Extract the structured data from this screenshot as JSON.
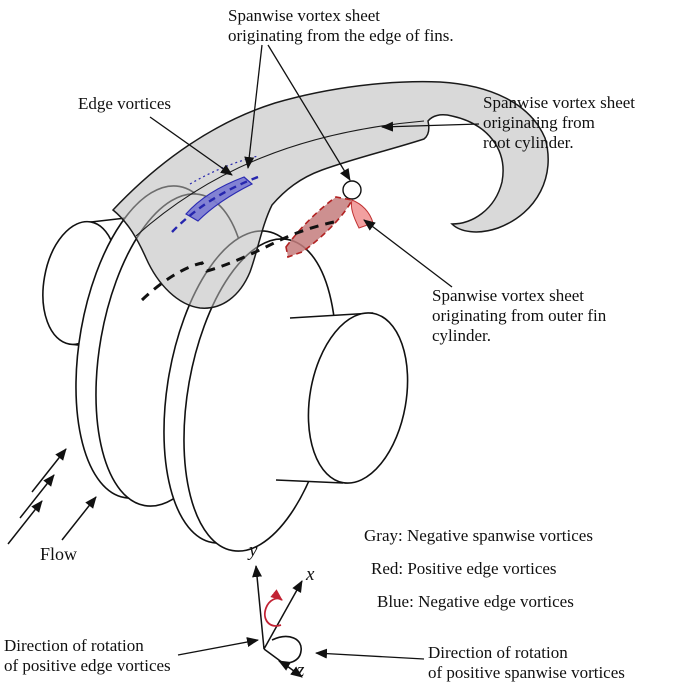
{
  "figure": {
    "background": "#ffffff",
    "labels": {
      "fin_edge_sheet": {
        "line1": "Spanwise vortex sheet",
        "line2": "originating from the edge of fins."
      },
      "edge_vortices": {
        "text": "Edge vortices"
      },
      "root_sheet": {
        "line1": "Spanwise vortex sheet",
        "line2": "originating from",
        "line3": "root cylinder."
      },
      "outer_fin_sheet": {
        "line1": "Spanwise vortex sheet",
        "line2": "originating from outer fin",
        "line3": "cylinder."
      },
      "flow": {
        "text": "Flow"
      },
      "rotation_edge": {
        "line1": "Direction of rotation",
        "line2": "of positive edge vortices"
      },
      "rotation_spanwise": {
        "line1": "Direction of rotation",
        "line2": "of positive spanwise vortices"
      }
    },
    "legend": {
      "gray": "Gray: Negative spanwise vortices",
      "red": "Red: Positive edge vortices",
      "blue": "Blue: Negative edge vortices"
    },
    "axes": {
      "x": "x",
      "y": "y",
      "z": "z"
    },
    "colors": {
      "sheet_gray": "#c9c9c9",
      "edge_positive_red": "#c47c7c",
      "edge_negative_blue": "#7878d2",
      "rotation_arrow_red": "#c22233",
      "line_black": "#1a1a1a"
    }
  }
}
